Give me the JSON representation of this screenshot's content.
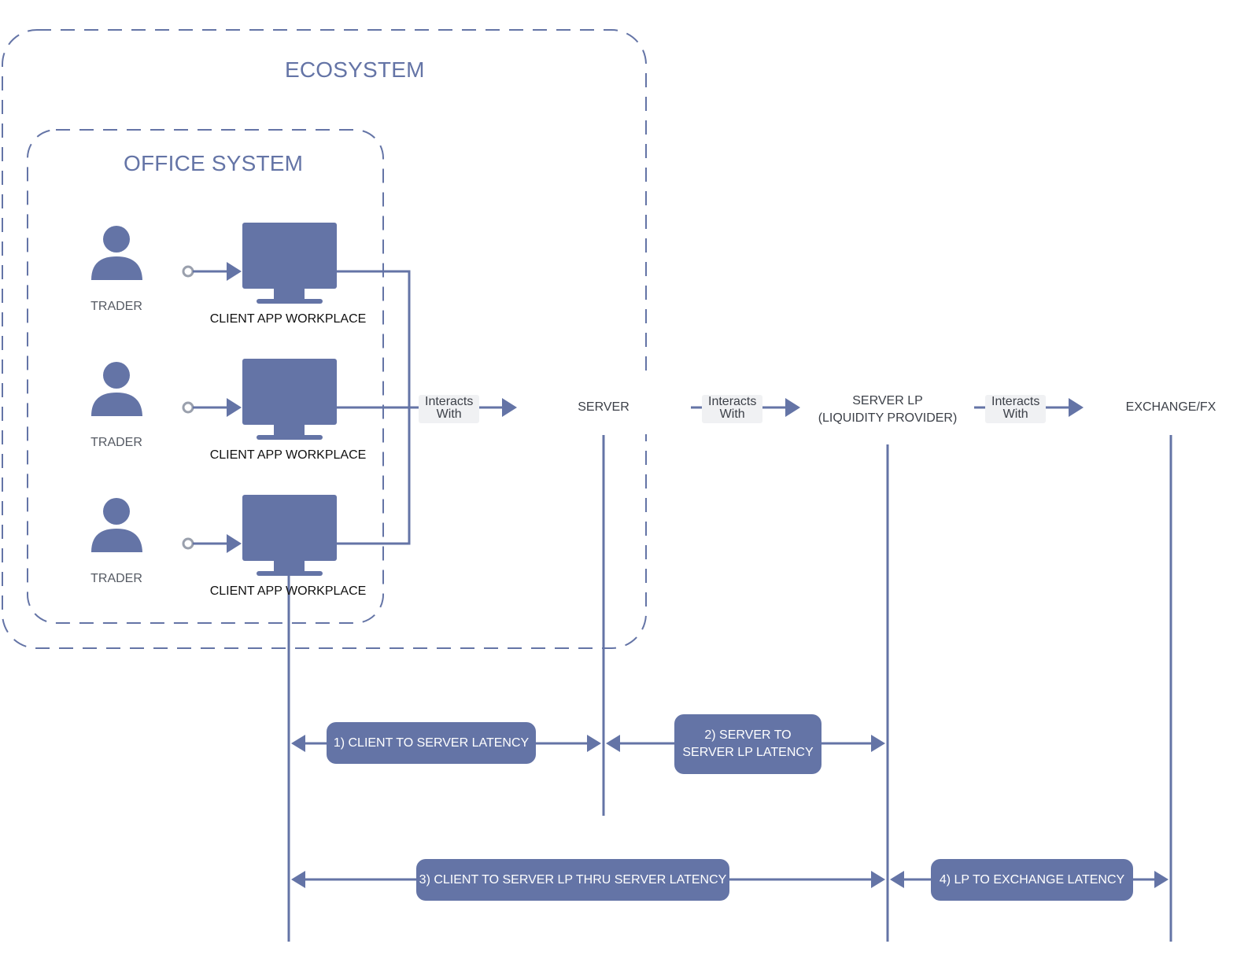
{
  "ecosystem": {
    "title": "ECOSYSTEM"
  },
  "office_system": {
    "title": "OFFICE SYSTEM"
  },
  "rows": [
    {
      "trader_label": "TRADER",
      "client_label": "CLIENT APP WORKPLACE"
    },
    {
      "trader_label": "TRADER",
      "client_label": "CLIENT APP WORKPLACE"
    },
    {
      "trader_label": "TRADER",
      "client_label": "CLIENT APP WORKPLACE"
    }
  ],
  "flow": {
    "interacts": [
      {
        "line1": "Interacts",
        "line2": "With"
      },
      {
        "line1": "Interacts",
        "line2": "With"
      },
      {
        "line1": "Interacts",
        "line2": "With"
      }
    ],
    "server": "SERVER",
    "server_lp_line1": "SERVER LP",
    "server_lp_line2": "(LIQUIDITY PROVIDER)",
    "exchange": "EXCHANGE/FX"
  },
  "latencies": [
    {
      "line1": "1) CLIENT TO SERVER LATENCY",
      "line2": ""
    },
    {
      "line1": "2) SERVER TO",
      "line2": "SERVER LP LATENCY"
    },
    {
      "line1": "3) CLIENT TO SERVER LP THRU SERVER LATENCY",
      "line2": ""
    },
    {
      "line1": "4) LP TO EXCHANGE LATENCY",
      "line2": ""
    }
  ],
  "colors": {
    "accent": "#6474a6",
    "dashed_border": "#6474a6",
    "connector_dot": "#9aa0ad",
    "label_bg": "#f0f1f3"
  }
}
